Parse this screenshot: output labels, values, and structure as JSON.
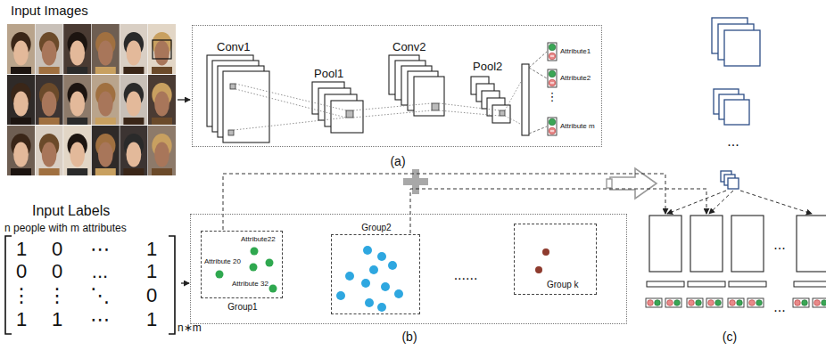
{
  "diagram": {
    "nodes": [
      {
        "text": [
          "(a)"
        ]
      },
      {
        "text": [
          "(b)"
        ]
      },
      {
        "text": [
          "Attribute22",
          "Attribute 20",
          "Attribute 32",
          "Group1"
        ],
        "in": 1
      },
      {
        "text": [
          "Group2"
        ],
        "in": 1
      },
      {
        "text": [
          "Group k"
        ],
        "in": 1
      }
    ],
    "labels": [
      "Input Images",
      "Conv1",
      "Pool1",
      "Conv2",
      "Pool2",
      "Attribute1",
      "Attribute2",
      "⋮",
      "Attribute m",
      "...",
      "Input Labels",
      "n people with m attributes",
      "1",
      "0",
      "⋯",
      "1",
      "0",
      "0",
      "...",
      "1",
      "⋮",
      "⋮",
      "⋱",
      "0",
      "1",
      "1",
      "⋯",
      "1",
      "n∗m",
      "......",
      "...",
      "...",
      "(c)"
    ]
  }
}
